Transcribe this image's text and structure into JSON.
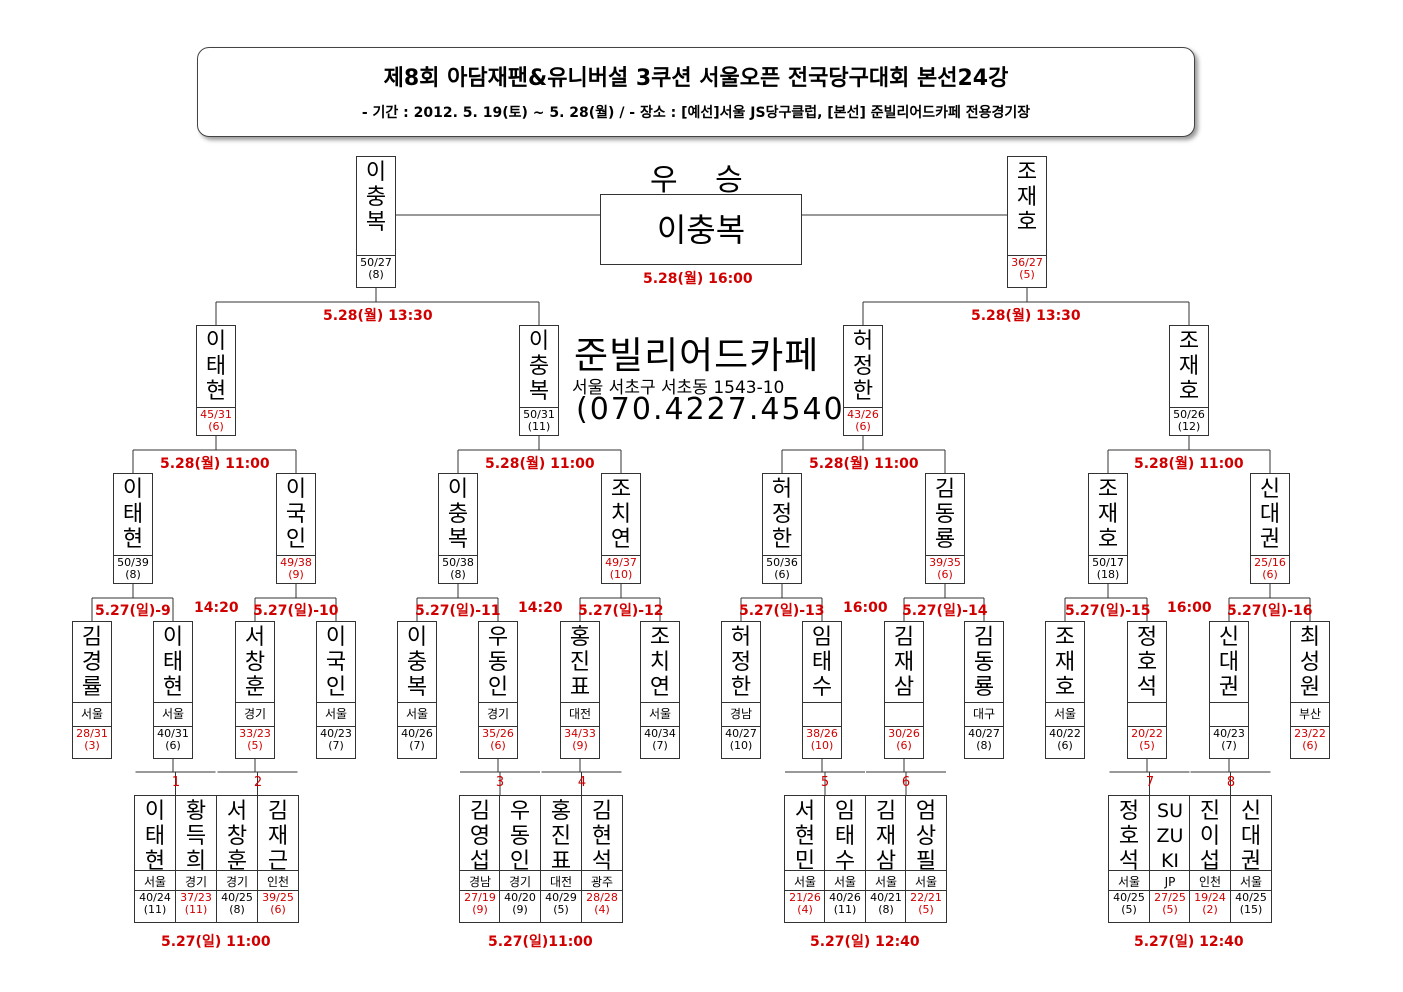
{
  "title": "제8회 아담재팬&유니버설 3쿠션 서울오픈 전국당구대회 본선24강",
  "subtitle": "- 기간 : 2012. 5. 19(토) ~ 5. 28(월)  /  - 장소 : [예선]서울 JS당구클럽, [본선] 준빌리어드카페 전용경기장",
  "champion_label": "우 승",
  "champion": "이충복",
  "venue": {
    "name": "준빌리어드카페",
    "address": "서울 서초구 서초동 1543-10",
    "phone": "(070.4227.4540)"
  },
  "colors": {
    "accent": "#d00000",
    "line": "#333333"
  },
  "r24": [
    {
      "name": "이태현",
      "region": "서울",
      "score": "40/24\n(11)",
      "red": false
    },
    {
      "name": "황득희",
      "region": "경기",
      "score": "37/23\n(11)",
      "red": true
    },
    {
      "name": "서창훈",
      "region": "경기",
      "score": "40/25\n(8)",
      "red": false
    },
    {
      "name": "김재근",
      "region": "인천",
      "score": "39/25\n(6)",
      "red": true
    },
    {
      "name": "김영섭",
      "region": "경남",
      "score": "27/19\n(9)",
      "red": true
    },
    {
      "name": "우동인",
      "region": "경기",
      "score": "40/20\n(9)",
      "red": false
    },
    {
      "name": "홍진표",
      "region": "대전",
      "score": "40/29\n(5)",
      "red": false
    },
    {
      "name": "김현석",
      "region": "광주",
      "score": "28/28\n(4)",
      "red": true
    },
    {
      "name": "서현민",
      "region": "서울",
      "score": "21/26\n(4)",
      "red": true
    },
    {
      "name": "임태수",
      "region": "서울",
      "score": "40/26\n(11)",
      "red": false
    },
    {
      "name": "김재삼",
      "region": "서울",
      "score": "40/21\n(8)",
      "red": false
    },
    {
      "name": "엄상필",
      "region": "서울",
      "score": "22/21\n(5)",
      "red": true
    },
    {
      "name": "정호석",
      "region": "서울",
      "score": "40/25\n(5)",
      "red": false
    },
    {
      "name": "SUZUKI",
      "region": "JP",
      "score": "27/25\n(5)",
      "red": true
    },
    {
      "name": "진이섭",
      "region": "인천",
      "score": "19/24\n(2)",
      "red": true
    },
    {
      "name": "신대권",
      "region": "서울",
      "score": "40/25\n(15)",
      "red": false
    }
  ],
  "r16": [
    {
      "name": "김경률",
      "region": "서울",
      "score": "28/31\n(3)",
      "red": true
    },
    {
      "name": "이태현",
      "region": "서울",
      "score": "40/31\n(6)",
      "red": false
    },
    {
      "name": "서창훈",
      "region": "경기",
      "score": "33/23\n(5)",
      "red": true
    },
    {
      "name": "이국인",
      "region": "서울",
      "score": "40/23\n(7)",
      "red": false
    },
    {
      "name": "이충복",
      "region": "서울",
      "score": "40/26\n(7)",
      "red": false
    },
    {
      "name": "우동인",
      "region": "경기",
      "score": "35/26\n(6)",
      "red": true
    },
    {
      "name": "홍진표",
      "region": "대전",
      "score": "34/33\n(9)",
      "red": true
    },
    {
      "name": "조치연",
      "region": "서울",
      "score": "40/34\n(7)",
      "red": false
    },
    {
      "name": "허정한",
      "region": "경남",
      "score": "40/27\n(10)",
      "red": false
    },
    {
      "name": "임태수",
      "region": "",
      "score": "38/26\n(10)",
      "red": true
    },
    {
      "name": "김재삼",
      "region": "",
      "score": "30/26\n(6)",
      "red": true
    },
    {
      "name": "김동룡",
      "region": "대구",
      "score": "40/27\n(8)",
      "red": false
    },
    {
      "name": "조재호",
      "region": "서울",
      "score": "40/22\n(6)",
      "red": false
    },
    {
      "name": "정호석",
      "region": "",
      "score": "20/22\n(5)",
      "red": true
    },
    {
      "name": "신대권",
      "region": "",
      "score": "40/23\n(7)",
      "red": false
    },
    {
      "name": "최성원",
      "region": "부산",
      "score": "23/22\n(6)",
      "red": true
    }
  ],
  "r8": [
    {
      "name": "이태현",
      "score": "50/39\n(8)",
      "red": false
    },
    {
      "name": "이국인",
      "score": "49/38\n(9)",
      "red": true
    },
    {
      "name": "이충복",
      "score": "50/38\n(8)",
      "red": false
    },
    {
      "name": "조치연",
      "score": "49/37\n(10)",
      "red": true
    },
    {
      "name": "허정한",
      "score": "50/36\n(6)",
      "red": false
    },
    {
      "name": "김동룡",
      "score": "39/35\n(6)",
      "red": true
    },
    {
      "name": "조재호",
      "score": "50/17\n(18)",
      "red": false
    },
    {
      "name": "신대권",
      "score": "25/16\n(6)",
      "red": true
    }
  ],
  "r4": [
    {
      "name": "이태현",
      "score": "45/31\n(6)",
      "red": true
    },
    {
      "name": "이충복",
      "score": "50/31\n(11)",
      "red": false
    },
    {
      "name": "허정한",
      "score": "43/26\n(6)",
      "red": true
    },
    {
      "name": "조재호",
      "score": "50/26\n(12)",
      "red": false
    }
  ],
  "final": [
    {
      "name": "이충복",
      "score": "50/27\n(8)",
      "red": false
    },
    {
      "name": "조재호",
      "score": "36/27\n(5)",
      "red": true
    }
  ],
  "r24_game_numbers": [
    "1",
    "2",
    "3",
    "4",
    "5",
    "6",
    "7",
    "8"
  ],
  "r24_times": [
    "5.27(일) 11:00",
    "5.27(일)11:00",
    "5.27(일) 12:40",
    "5.27(일) 12:40"
  ],
  "r16_labels": [
    "5.27(일)-9",
    "5.27(일)-10",
    "5.27(일)-11",
    "5.27(일)-12",
    "5.27(일)-13",
    "5.27(일)-14",
    "5.27(일)-15",
    "5.27(일)-16"
  ],
  "r16_times": [
    "14:20",
    "14:20",
    "16:00",
    "16:00"
  ],
  "r8_labels": [
    "5.28(월) 11:00",
    "5.28(월) 11:00",
    "5.28(월) 11:00",
    "5.28(월) 11:00"
  ],
  "semi_labels": [
    "5.28(월) 13:30",
    "5.28(월) 13:30"
  ],
  "final_time": "5.28(월) 16:00"
}
